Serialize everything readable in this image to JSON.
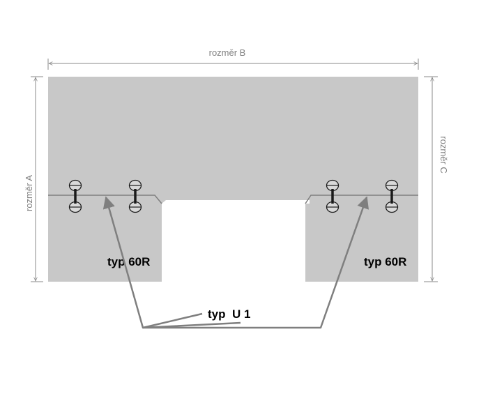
{
  "dimensions": {
    "a": "rozměr A",
    "b": "rozměr B",
    "c": "rozměr C"
  },
  "labels": {
    "left_type": "typ 60R",
    "right_type": "typ 60R",
    "bottom_type": "typ  U 1"
  },
  "colors": {
    "panel": "#c8c8c8",
    "dimension_line": "#8a8a8a",
    "seam": "#7f7f7f",
    "connector": "#1a1a1a"
  }
}
